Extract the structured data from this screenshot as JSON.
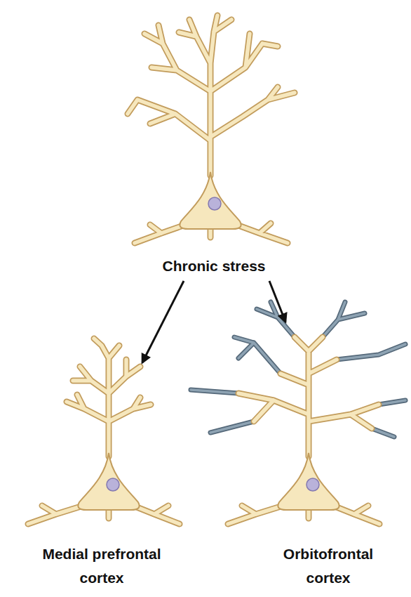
{
  "diagram": {
    "labels": [
      "Chronic stress",
      "Medial prefrontal cortex",
      "Orbitofrontal cortex"
    ]
  }
}
